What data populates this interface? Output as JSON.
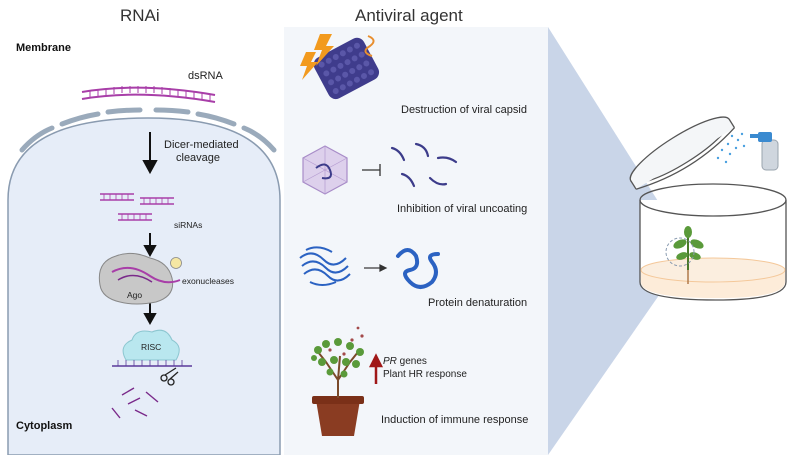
{
  "headers": {
    "rnai": "RNAi",
    "antiviral": "Antiviral agent"
  },
  "rnai": {
    "membrane": "Membrane",
    "cytoplasm": "Cytoplasm",
    "dsrna": "dsRNA",
    "dicer_line1": "Dicer-mediated",
    "dicer_line2": "cleavage",
    "sirnas": "siRNAs",
    "exonucleases": "exonucleases",
    "ago": "Ago",
    "risc": "RISC"
  },
  "antiviral": {
    "capsid": "Destruction of viral capsid",
    "uncoating": "Inhibition of viral uncoating",
    "denaturation": "Protein denaturation",
    "pr_genes_italic": "PR",
    "pr_genes_rest": " genes",
    "hr_response": "Plant HR response",
    "immune": "Induction of immune response"
  },
  "colors": {
    "cell": "#e6edf8",
    "cell_border": "#8a9bb0",
    "rna": "#a83ea8",
    "rna_dark": "#7a2a8a",
    "panel": "#f3f6fa",
    "wedge": "#c9d5e8",
    "navy": "#3c3c8a",
    "lightning": "#f29a1e",
    "protein_blue": "#2b62c2",
    "arrow_red": "#a01818",
    "pot": "#8a3c22",
    "leaf": "#5a9a3a"
  },
  "icons": [
    "lightning-icon",
    "viral-capsid-icon",
    "spray-bottle-icon",
    "jar-icon",
    "seedling-icon",
    "potted-tree-icon",
    "scissors-icon"
  ]
}
